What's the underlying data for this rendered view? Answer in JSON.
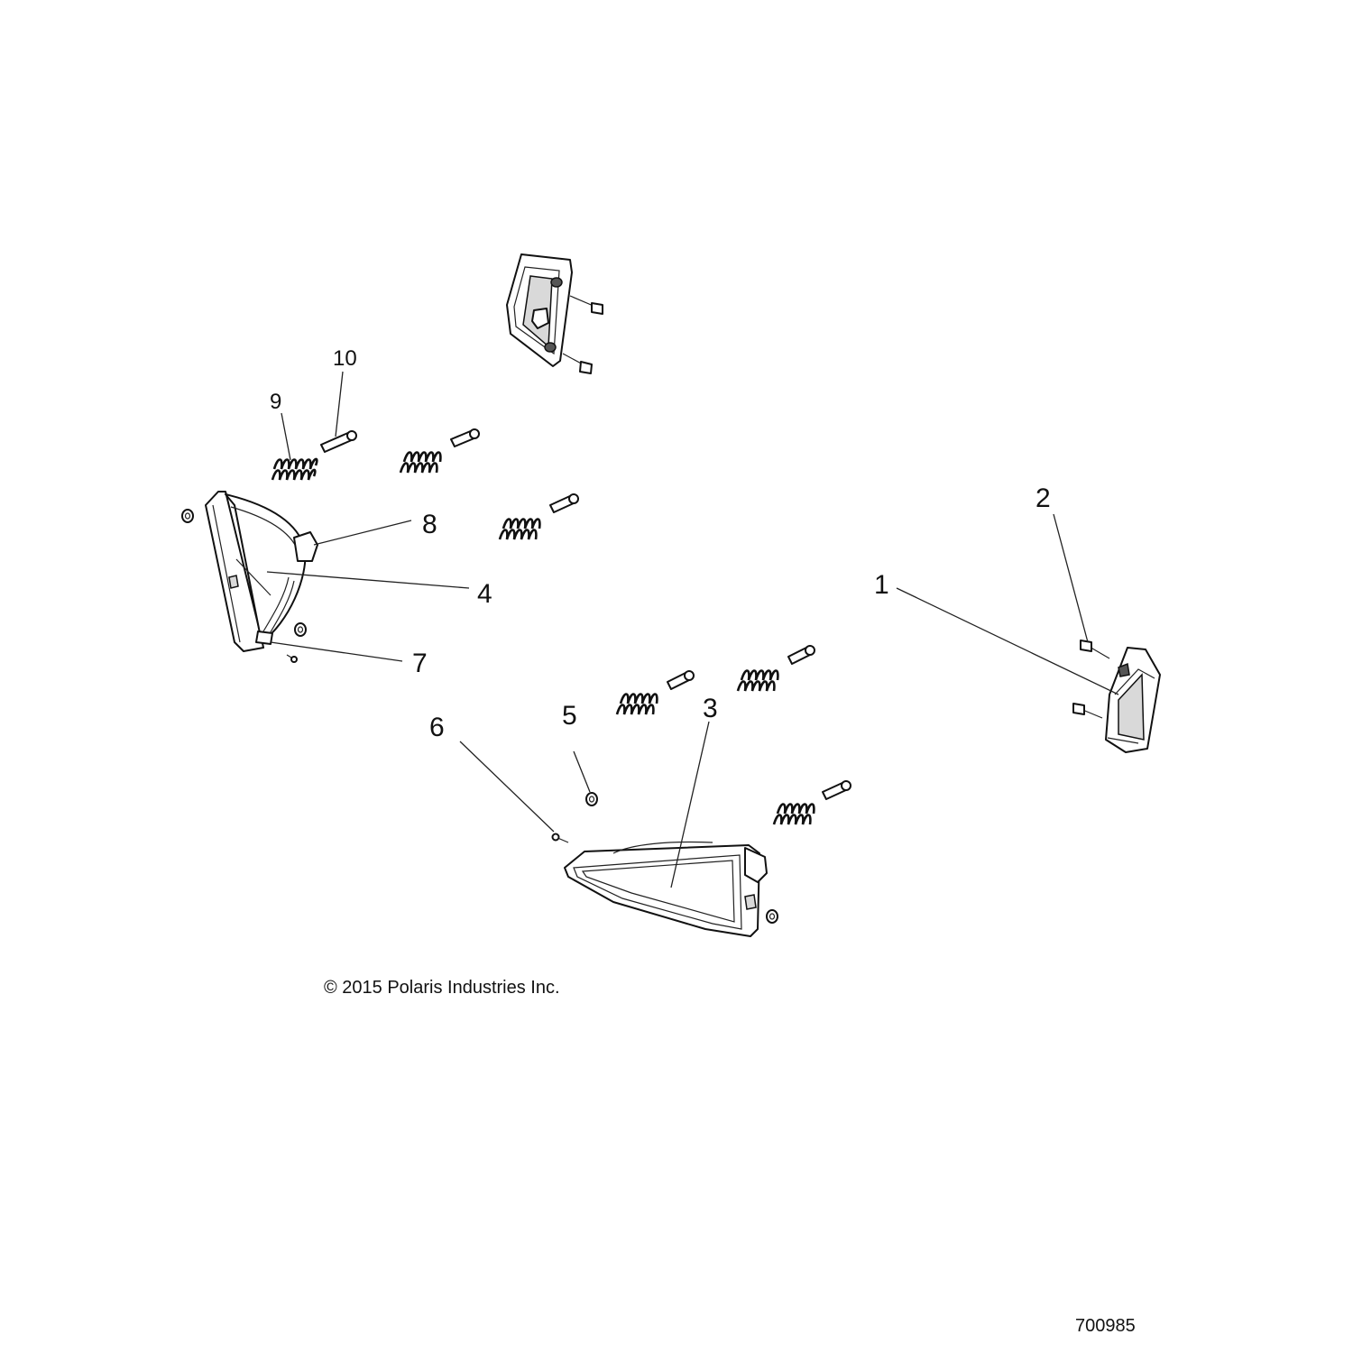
{
  "callouts": {
    "c1": "1",
    "c2": "2",
    "c3": "3",
    "c4": "4",
    "c5": "5",
    "c6": "6",
    "c7": "7",
    "c8": "8",
    "c9": "9",
    "c10": "10"
  },
  "copyright": "© 2015 Polaris Industries Inc.",
  "figure_id": "700985"
}
